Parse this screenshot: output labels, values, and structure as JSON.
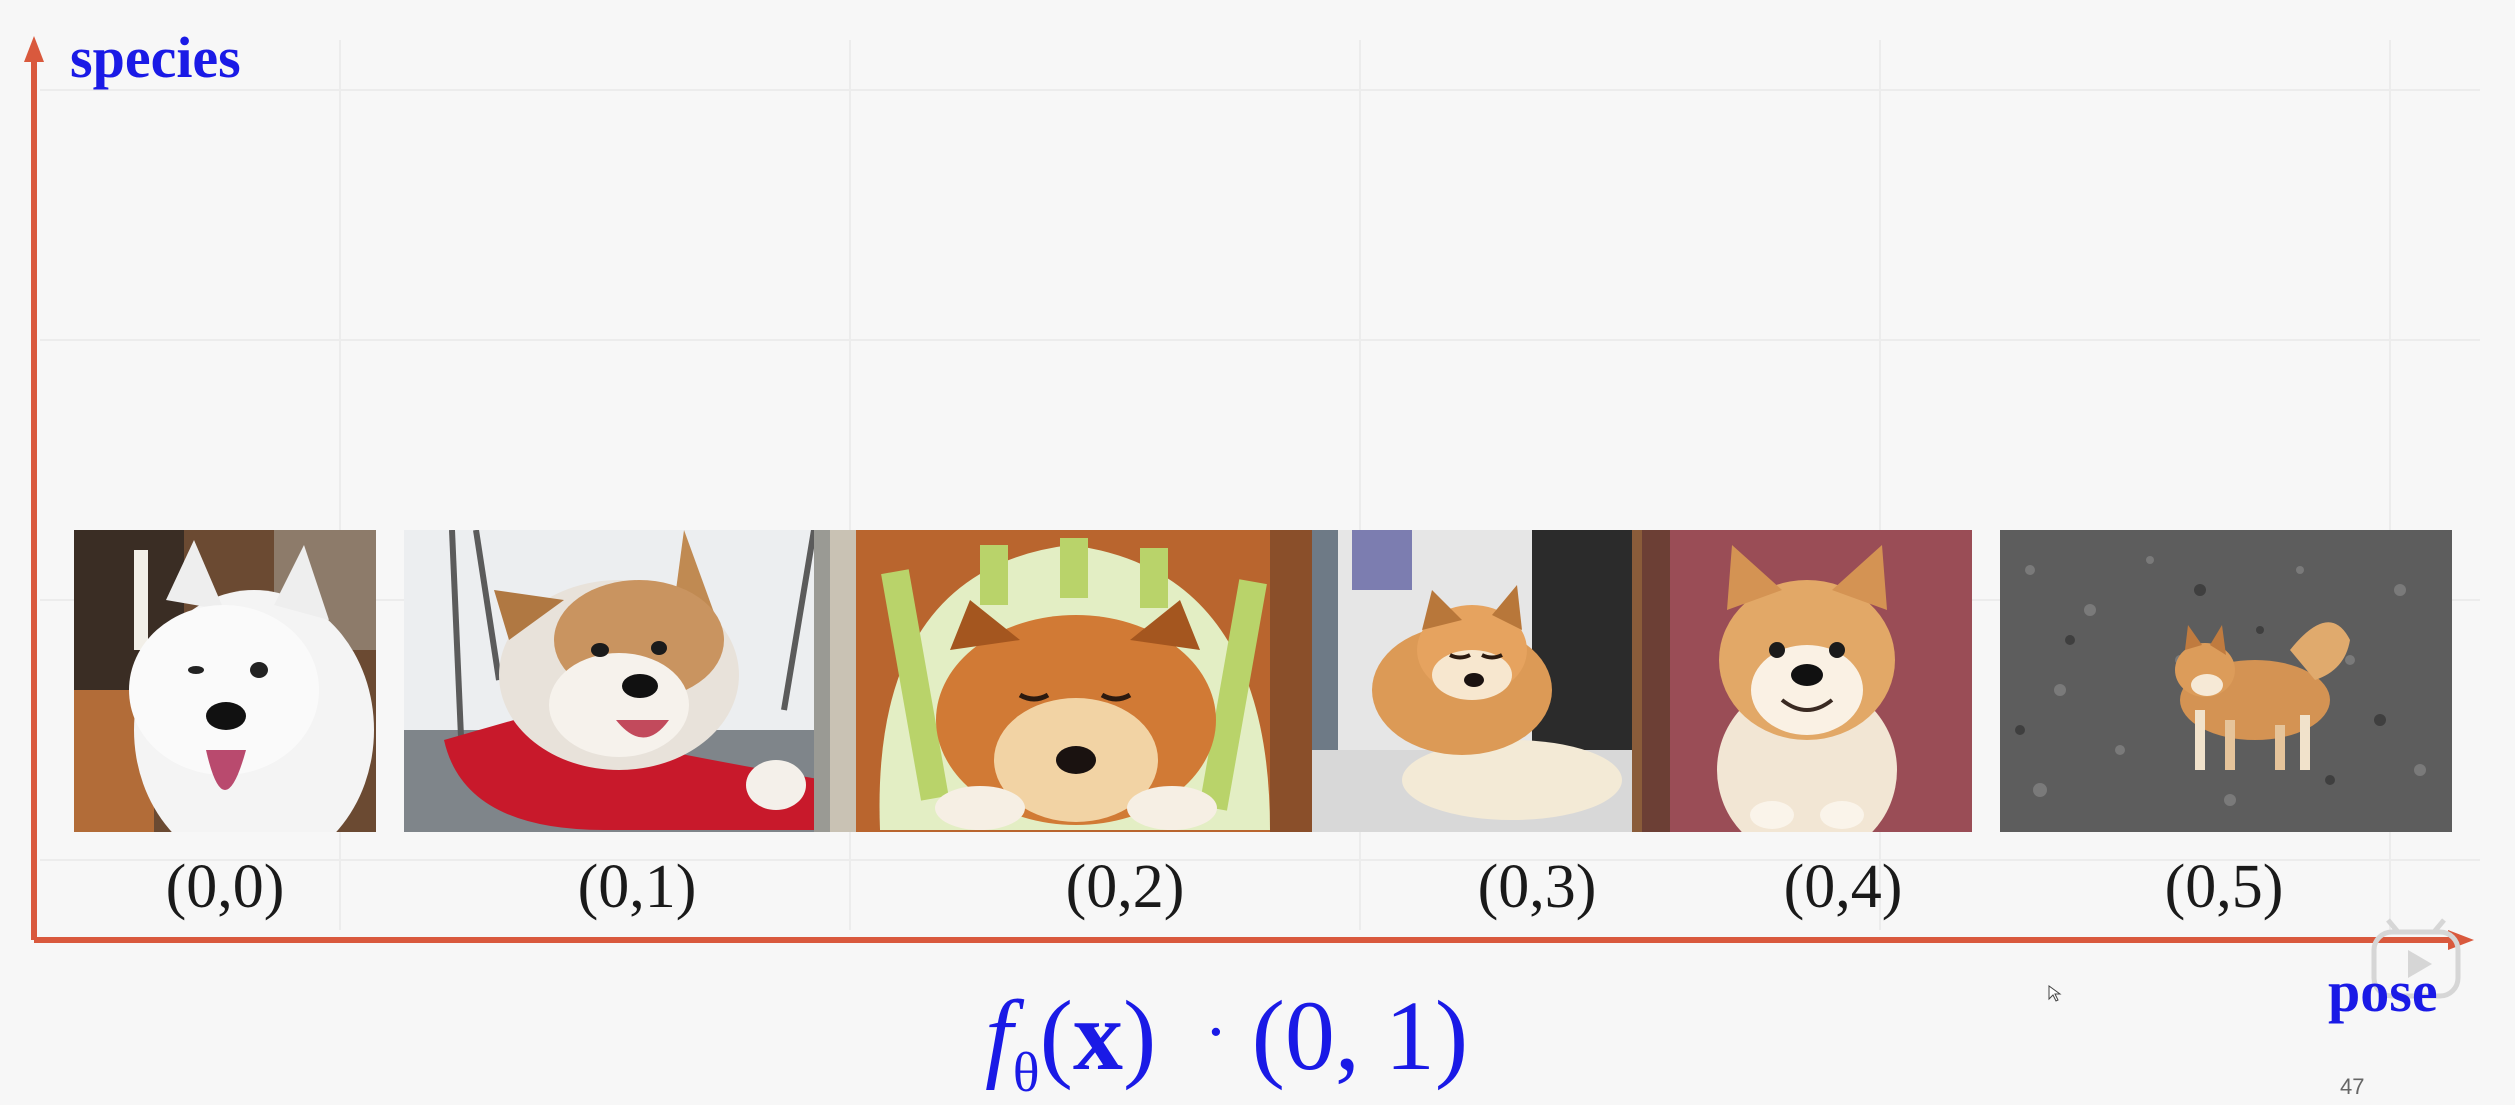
{
  "axes": {
    "y_label": "species",
    "x_label": "pose",
    "axis_color": "#d9593d",
    "label_color": "#1a1ae6"
  },
  "images": [
    {
      "coord": "(0,0)",
      "subject": "fluffy white dog"
    },
    {
      "coord": "(0,1)",
      "subject": "shiba inu on red swing"
    },
    {
      "coord": "(0,2)",
      "subject": "shiba inu under green striped towel"
    },
    {
      "coord": "(0,3)",
      "subject": "shiba inu sleeping on plush toy"
    },
    {
      "coord": "(0,4)",
      "subject": "shiba inu sitting looking up"
    },
    {
      "coord": "(0,5)",
      "subject": "shiba inu standing on gravel"
    }
  ],
  "formula": {
    "f": "f",
    "theta": "θ",
    "paren_open": "(",
    "x": "x",
    "paren_close": ")",
    "dot": "·",
    "vector": "(0, 1)"
  },
  "page_number": "47"
}
